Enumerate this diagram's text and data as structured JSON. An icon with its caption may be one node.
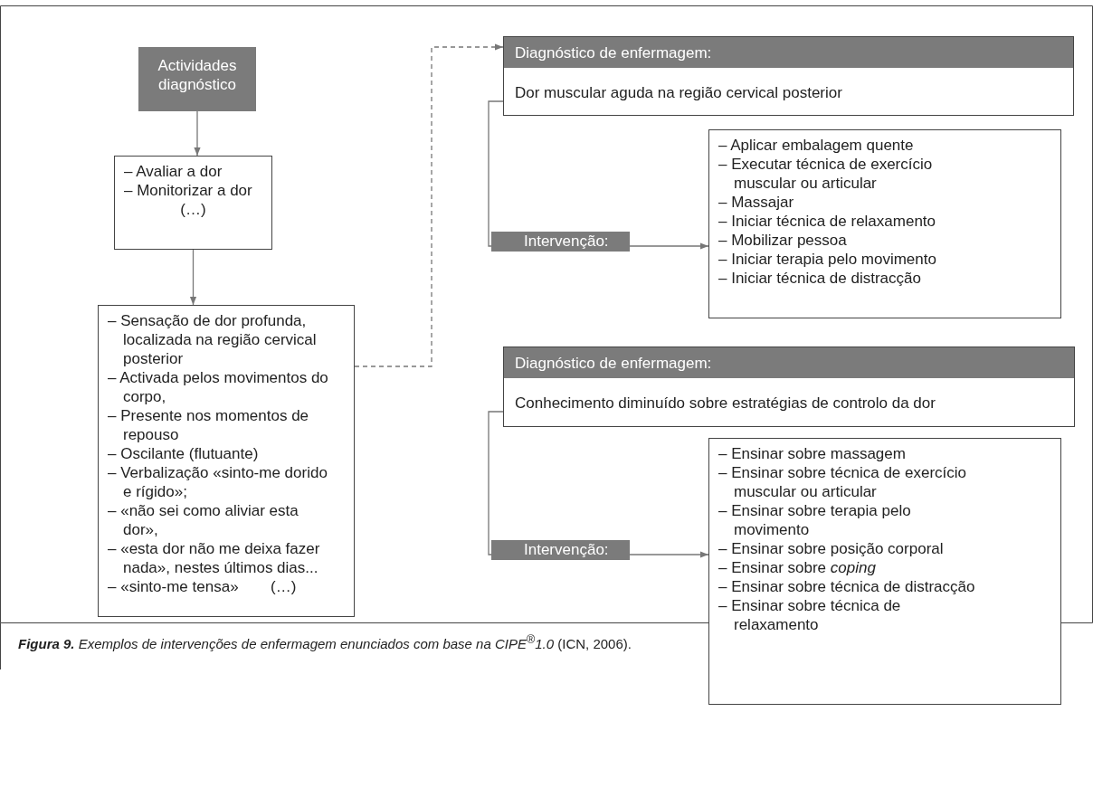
{
  "diagram": {
    "caption": "**Figura 9.** *Exemplos de intervenções de enfermagem enunciados com base na CIPE*$^{®}$*1.0* (ICN, 2006).",
    "nodes": [
      {
        "text": [
          "Actividades diagnóstico"
        ]
      },
      {
        "text": [
          "– Avaliar a dor",
          "– Monitorizar a dor",
          "(…)"
        ]
      },
      {
        "text": [
          "– Sensação de dor profunda, localizada na região cervical posterior",
          "– Activada pelos movimentos do corpo,",
          "– Presente nos momentos de repouso",
          "– Oscilante (flutuante)",
          "– Verbalização «sinto-me dorido e rígido»;",
          "– «não sei como aliviar esta dor»,",
          "– «esta dor não me deixa fazer nada», nestes últimos dias...",
          "– «sinto-me tensa»",
          "(…)"
        ]
      },
      {
        "text": [
          "Diagnóstico de enfermagem:",
          "Dor muscular aguda na região cervical posterior"
        ]
      },
      {
        "text": [
          "– Aplicar embalagem quente",
          "– Executar técnica de exercício muscular ou articular",
          "– Massajar",
          "– Iniciar técnica de relaxamento",
          "– Mobilizar pessoa",
          "– Iniciar terapia pelo movimento",
          "– Iniciar técnica de distracção"
        ]
      },
      {
        "text": [
          "Diagnóstico de enfermagem:",
          "Conhecimento diminuído sobre estratégias de controlo da dor"
        ]
      },
      {
        "text": [
          "– Ensinar sobre massagem",
          "– Ensinar sobre técnica de exercício muscular ou articular",
          "– Ensinar sobre terapia pelo movimento",
          "– Ensinar sobre posição corporal",
          "– Ensinar sobre *coping*",
          "– Ensinar sobre técnica de distracção",
          "– Ensinar sobre técnica de relaxamento"
        ]
      }
    ],
    "edges": [
      {
        "from": 0,
        "to": 1,
        "arrow": "to"
      },
      {
        "from": 1,
        "to": 2,
        "arrow": "to"
      },
      {
        "from": 2,
        "to": 3,
        "arrow": "to",
        "style": "dashed"
      },
      {
        "from": 3,
        "to": 4,
        "arrow": "to",
        "label": "Intervenção:"
      },
      {
        "from": 5,
        "to": 6,
        "arrow": "to",
        "label": "Intervenção:"
      }
    ]
  }
}
